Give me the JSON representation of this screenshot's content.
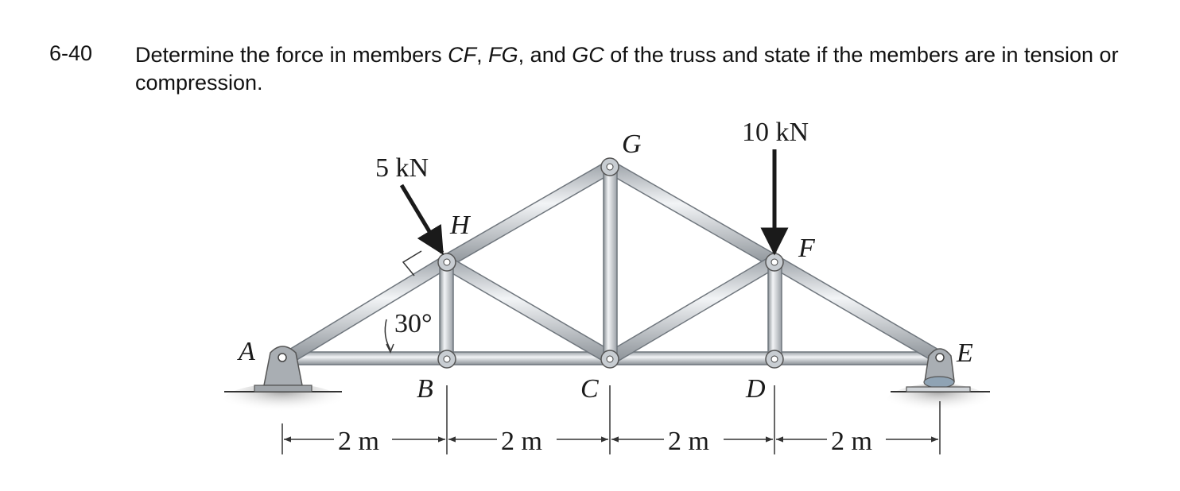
{
  "problem": {
    "number": "6-40",
    "text_parts": [
      "Determine the force in members ",
      "CF",
      ", ",
      "FG",
      ", and ",
      "GC",
      " of the truss and state if the members are in tension or compression."
    ]
  },
  "figure": {
    "nodes": {
      "A": "A",
      "B": "B",
      "C": "C",
      "D": "D",
      "E": "E",
      "F": "F",
      "G": "G",
      "H": "H"
    },
    "loads": {
      "load_h": "5 kN",
      "load_f": "10 kN"
    },
    "angle_label": "30°",
    "dimensions": [
      "2 m",
      "2 m",
      "2 m",
      "2 m"
    ]
  },
  "colors": {
    "member": "#c9ced4",
    "member_edge": "#6f767d",
    "support": "#a9aeb3",
    "ground": "#b8b8b8"
  }
}
